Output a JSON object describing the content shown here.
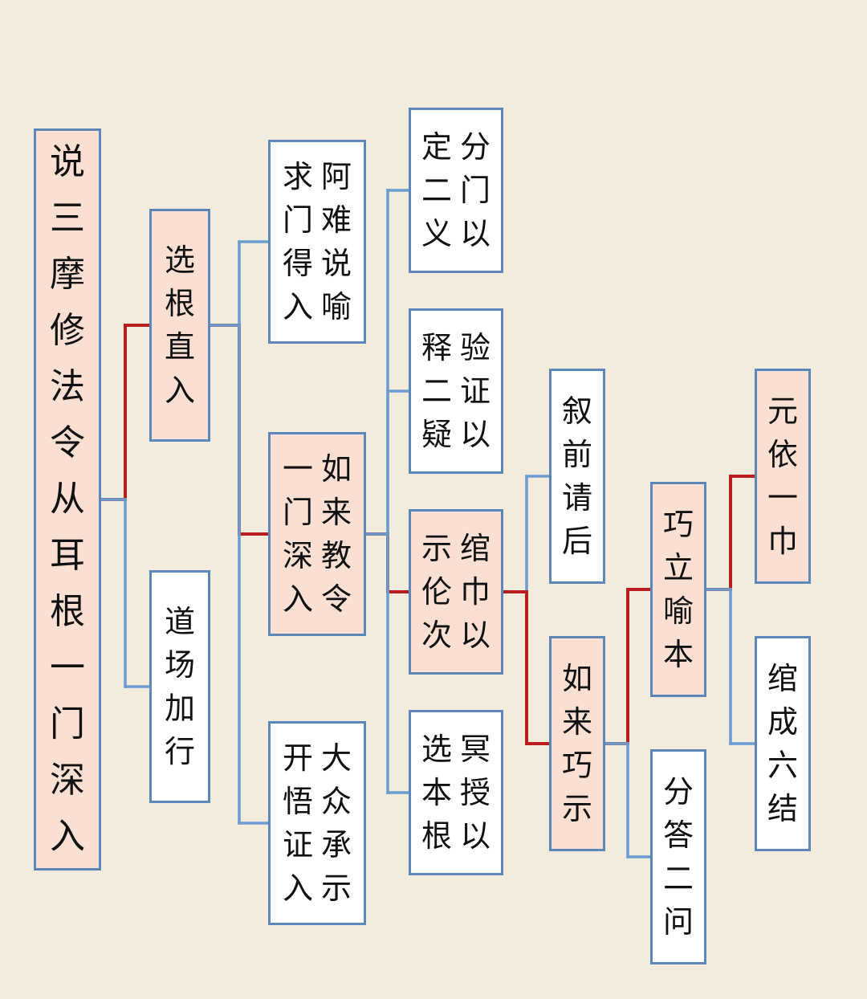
{
  "colors": {
    "background": "#f3ebdc",
    "node_border": "#5b88b8",
    "node_fill_plain": "#ffffff",
    "node_fill_highlight": "#f9e0d3",
    "path_highlight": "#b81e1e",
    "path_plain": "#6b9dd0"
  },
  "nodes": [
    {
      "id": "root",
      "columns": [
        "说三摩修法令从耳根一门深入"
      ],
      "highlight": true
    },
    {
      "id": "xuangen",
      "columns": [
        "选根直入"
      ],
      "highlight": true
    },
    {
      "id": "daochang",
      "columns": [
        "道场加行"
      ],
      "highlight": false
    },
    {
      "id": "anan",
      "columns": [
        "阿难说喻",
        "求门得入"
      ],
      "highlight": false
    },
    {
      "id": "rulai-jiao",
      "columns": [
        "如来教令",
        "一门深入"
      ],
      "highlight": true
    },
    {
      "id": "dazhong",
      "columns": [
        "大众承示",
        "开悟证入"
      ],
      "highlight": false
    },
    {
      "id": "fenmen",
      "columns": [
        "分门以",
        "定二义"
      ],
      "highlight": false
    },
    {
      "id": "yanzheng",
      "columns": [
        "验证以",
        "释二疑"
      ],
      "highlight": false
    },
    {
      "id": "jiejin",
      "columns": [
        "绾巾以",
        "示伦次"
      ],
      "highlight": true
    },
    {
      "id": "mingshou",
      "columns": [
        "冥授以",
        "选本根"
      ],
      "highlight": false
    },
    {
      "id": "xuqian",
      "columns": [
        "叙前请后"
      ],
      "highlight": false
    },
    {
      "id": "rulai-qiao",
      "columns": [
        "如来巧示"
      ],
      "highlight": true
    },
    {
      "id": "qiaoli",
      "columns": [
        "巧立喻本"
      ],
      "highlight": true
    },
    {
      "id": "fenda",
      "columns": [
        "分答二问"
      ],
      "highlight": false
    },
    {
      "id": "yuanyi",
      "columns": [
        "元依一巾"
      ],
      "highlight": true
    },
    {
      "id": "suocheng",
      "columns": [
        "绾成六结"
      ],
      "highlight": false
    }
  ],
  "edges": [
    {
      "from": "root",
      "to": "xuangen",
      "highlight": true
    },
    {
      "from": "root",
      "to": "daochang",
      "highlight": false
    },
    {
      "from": "xuangen",
      "to": "anan",
      "highlight": false
    },
    {
      "from": "xuangen",
      "to": "rulai-jiao",
      "highlight": true
    },
    {
      "from": "xuangen",
      "to": "dazhong",
      "highlight": false
    },
    {
      "from": "rulai-jiao",
      "to": "fenmen",
      "highlight": false
    },
    {
      "from": "rulai-jiao",
      "to": "yanzheng",
      "highlight": false
    },
    {
      "from": "rulai-jiao",
      "to": "jiejin",
      "highlight": true
    },
    {
      "from": "rulai-jiao",
      "to": "mingshou",
      "highlight": false
    },
    {
      "from": "jiejin",
      "to": "xuqian",
      "highlight": false
    },
    {
      "from": "jiejin",
      "to": "rulai-qiao",
      "highlight": true
    },
    {
      "from": "rulai-qiao",
      "to": "qiaoli",
      "highlight": true
    },
    {
      "from": "rulai-qiao",
      "to": "fenda",
      "highlight": false
    },
    {
      "from": "qiaoli",
      "to": "yuanyi",
      "highlight": true
    },
    {
      "from": "qiaoli",
      "to": "suocheng",
      "highlight": false
    }
  ]
}
